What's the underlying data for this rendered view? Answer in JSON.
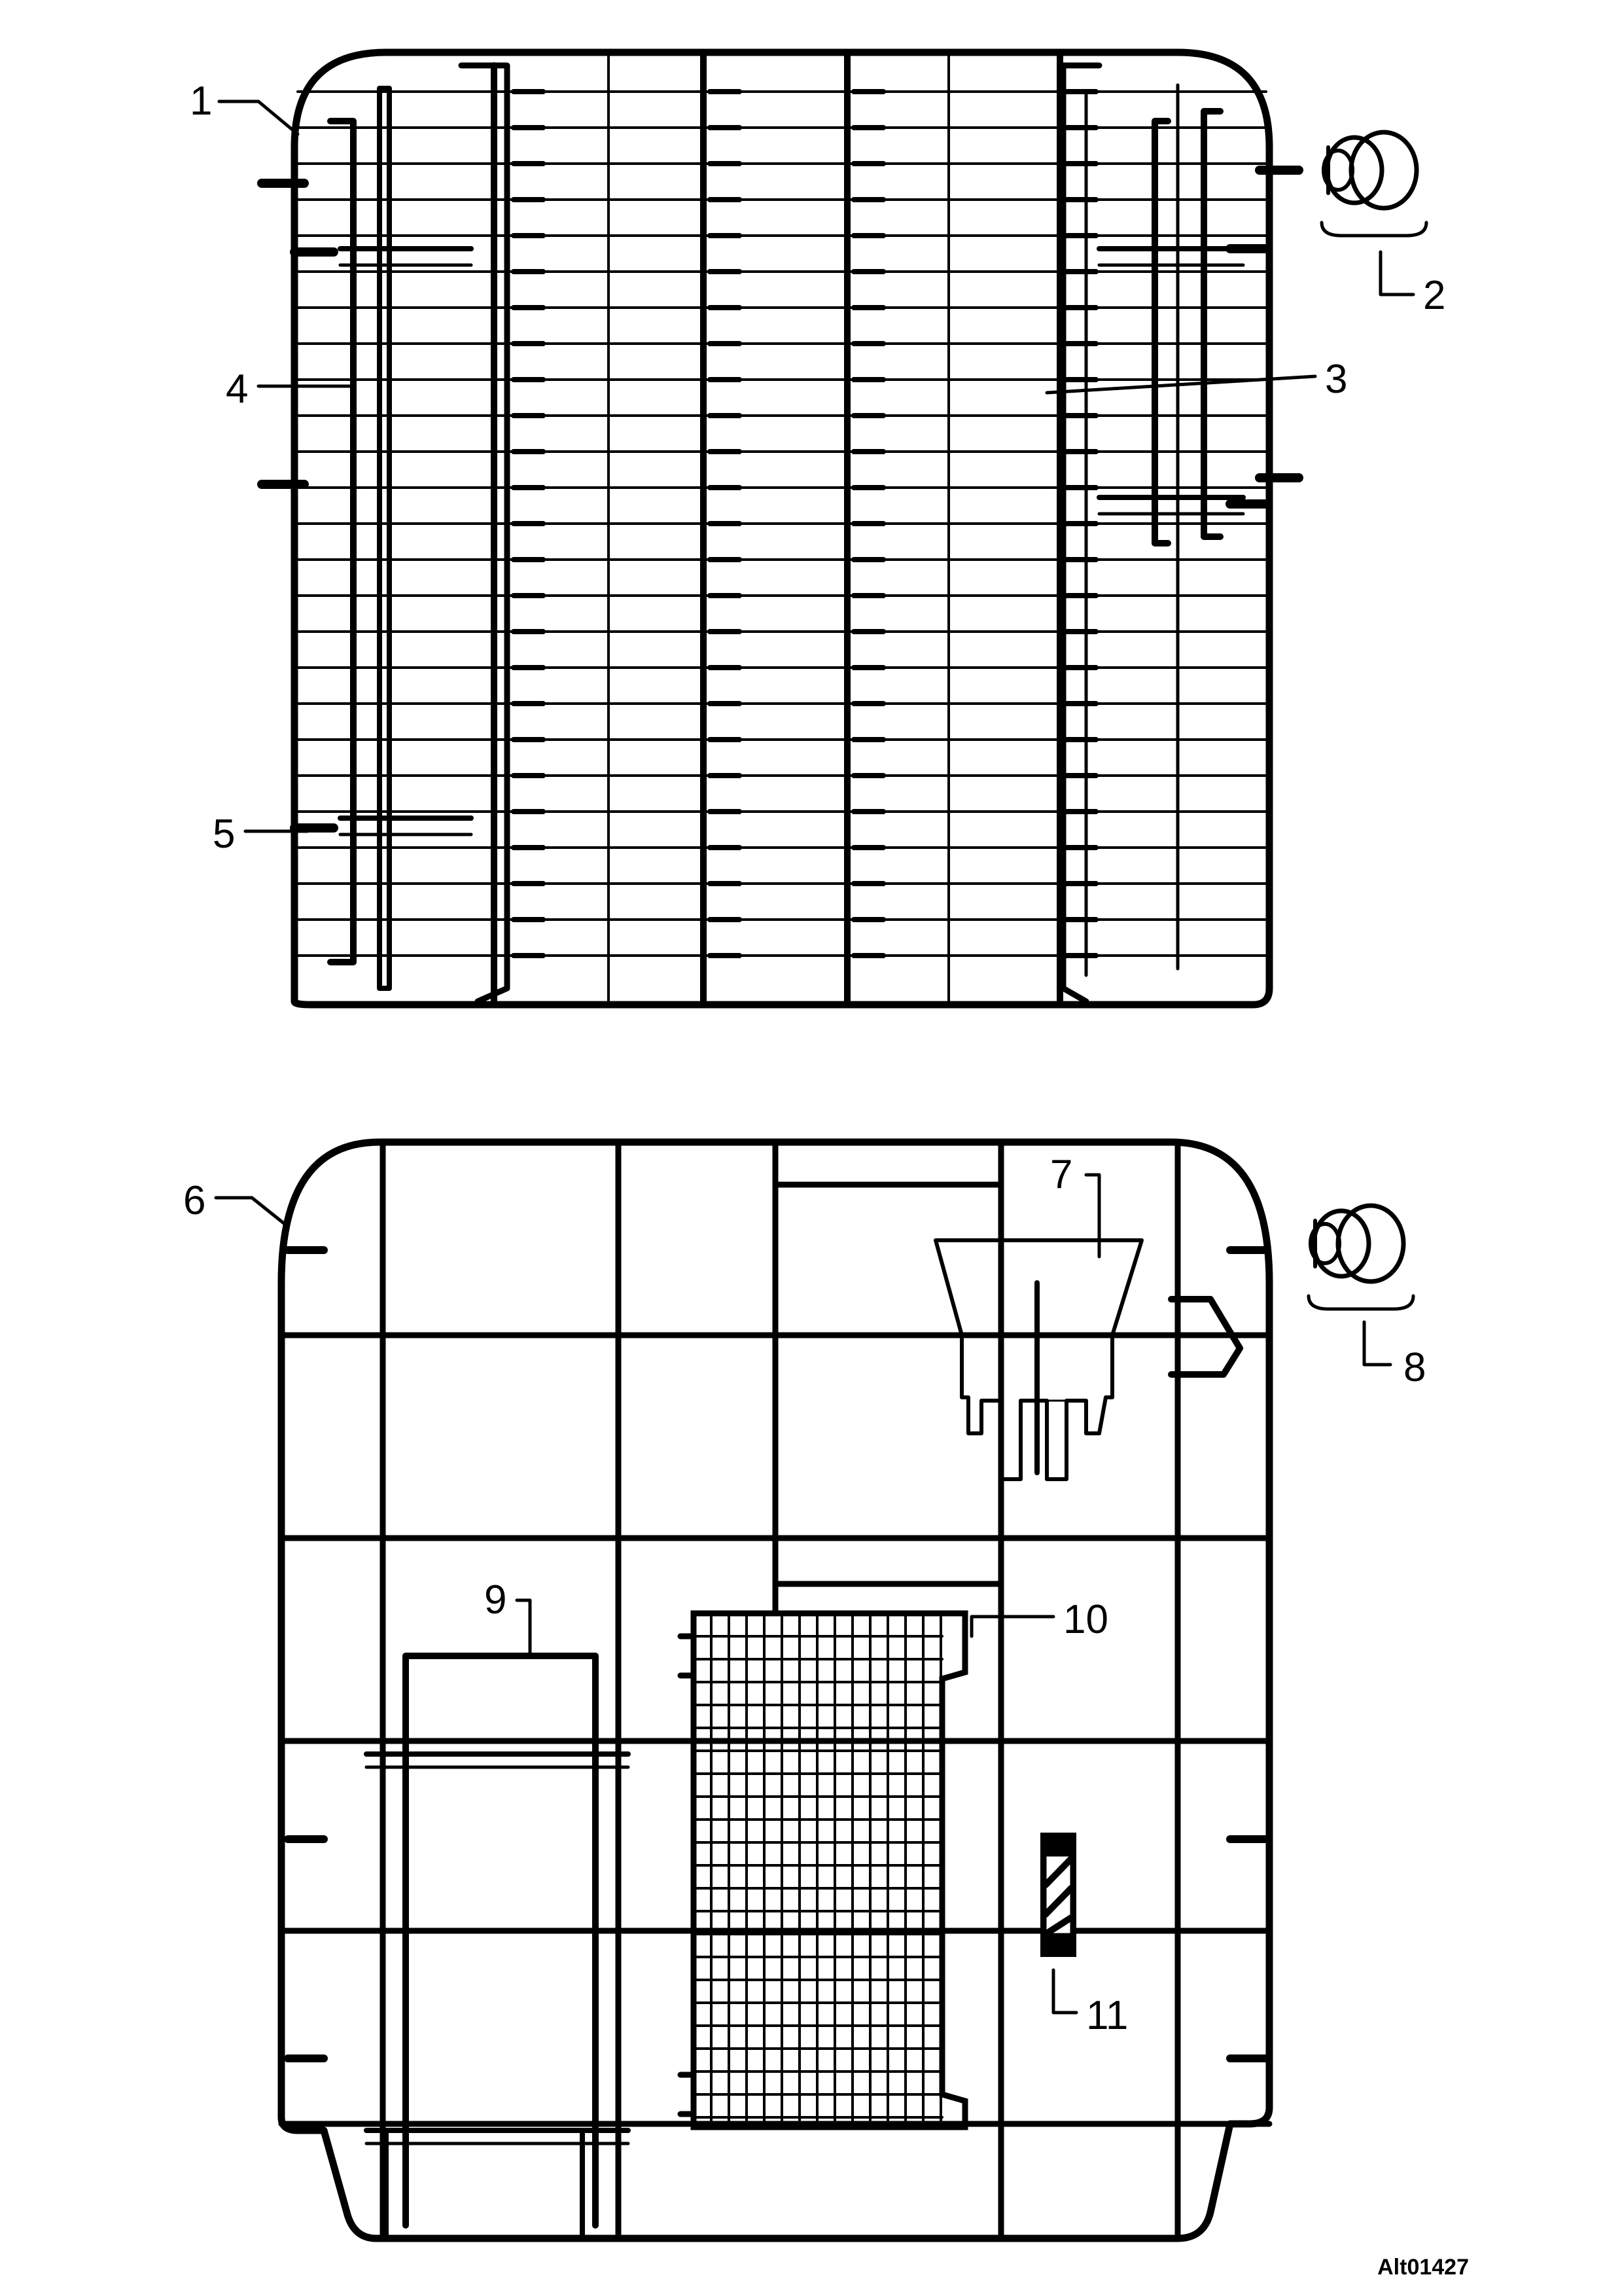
{
  "callouts": [
    "1",
    "2",
    "3",
    "4",
    "5",
    "6",
    "7",
    "8",
    "9",
    "10",
    "11"
  ],
  "reference_code": "Alt01427"
}
